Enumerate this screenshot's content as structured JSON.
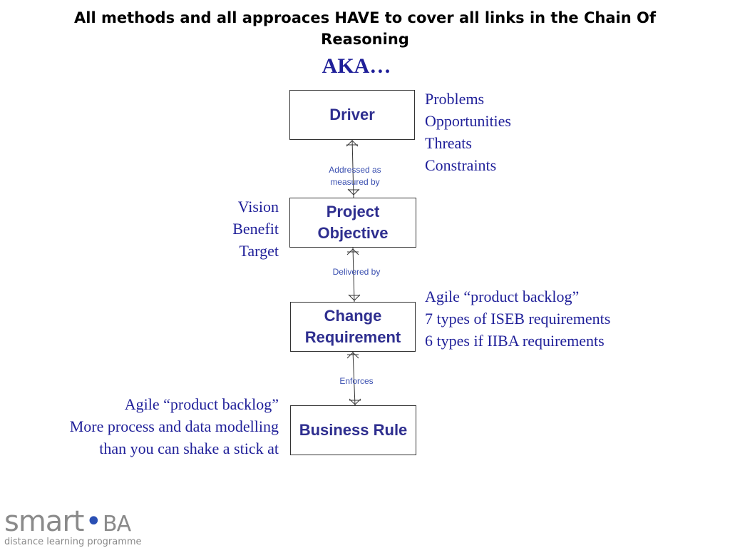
{
  "title": "All methods and all approaces HAVE to cover all links in the Chain Of Reasoning",
  "subtitle": "AKA…",
  "colors": {
    "text_blue": "#1f1f99",
    "box_text_blue": "#2e2e8f",
    "connector_label_blue": "#3a4fb0",
    "title_black": "#000000",
    "logo_gray": "#8a8a8a",
    "logo_dot_blue": "#2a4fb4"
  },
  "chain": [
    {
      "label_lines": [
        "Driver"
      ]
    },
    {
      "label_lines": [
        "Project",
        "Objective"
      ]
    },
    {
      "label_lines": [
        "Change",
        "Requirement"
      ]
    },
    {
      "label_lines": [
        "Business Rule"
      ]
    }
  ],
  "connectors": [
    {
      "label_lines": [
        "Addressed as",
        "measured by"
      ]
    },
    {
      "label_lines": [
        "Delivered by"
      ]
    },
    {
      "label_lines": [
        "Enforces"
      ]
    }
  ],
  "notes": {
    "driver": [
      "Problems",
      "Opportunities",
      "Threats",
      "Constraints"
    ],
    "objective": [
      "Vision",
      "Benefit",
      "Target"
    ],
    "requirement": [
      "Agile “product backlog”",
      "7 types of ISEB requirements",
      "6 types if IIBA requirements"
    ],
    "business_rule": [
      "Agile “product backlog”",
      "More process and data modelling",
      "than you can shake a stick at"
    ]
  },
  "logo": {
    "brand_main": "smart",
    "brand_dot": "•",
    "brand_suffix": "BA",
    "tagline": "distance learning programme"
  }
}
